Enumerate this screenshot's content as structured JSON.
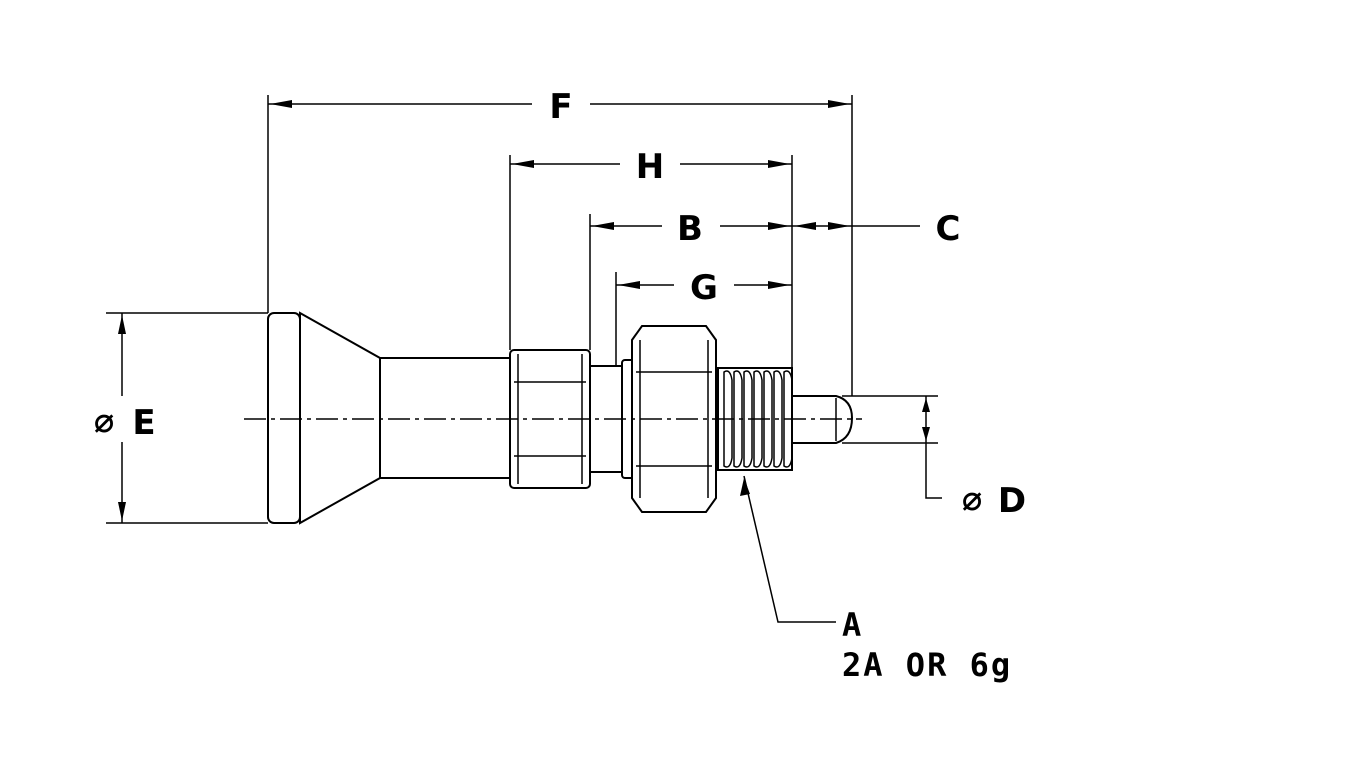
{
  "dimensions": {
    "F": "F",
    "H": "H",
    "B": "B",
    "G": "G",
    "C": "C",
    "E": "E",
    "D": "D"
  },
  "symbols": {
    "diameter": "⌀"
  },
  "thread_callout": {
    "label": "A",
    "tolerance": "2A  OR  6g"
  }
}
